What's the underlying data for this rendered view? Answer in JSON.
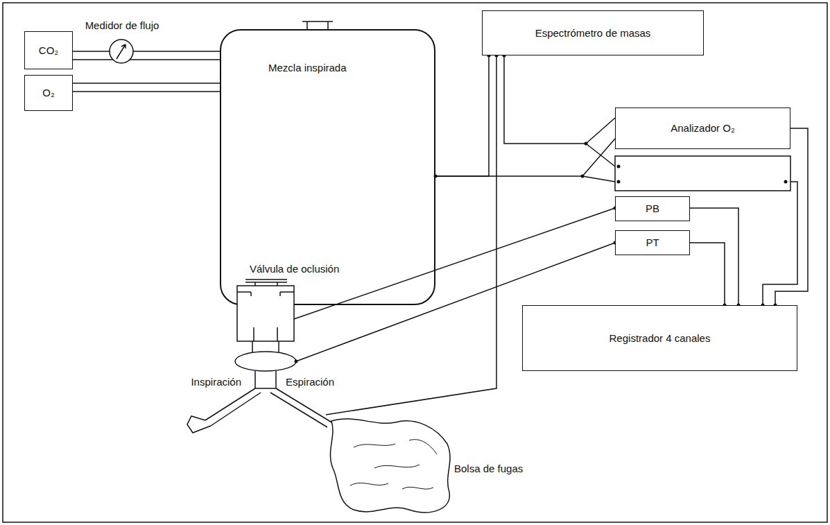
{
  "diagram": {
    "nodes": [
      {
        "text": [
          "CO₂"
        ]
      },
      {
        "text": [
          "O₂"
        ]
      },
      {
        "text": [
          "Medidor de flujo"
        ]
      },
      {
        "text": [
          "Mezcla inspirada"
        ]
      },
      {
        "text": [
          "Válvula de oclusión"
        ],
        "in": 3
      },
      {
        "text": [
          "Espectrómetro de masas"
        ]
      },
      {
        "text": [
          "Analizador O₂"
        ]
      },
      {
        "text": [
          "PB"
        ]
      },
      {
        "text": [
          "PT"
        ]
      },
      {
        "text": [
          "Registrador 4 canales"
        ]
      },
      {
        "text": [
          "Bolsa de fugas"
        ]
      }
    ],
    "edges": [
      {
        "from": 0,
        "to": 2,
        "arrow": "none"
      },
      {
        "from": 2,
        "to": 3,
        "arrow": "none"
      },
      {
        "from": 1,
        "to": 3,
        "arrow": "none"
      },
      {
        "from": 3,
        "to": 5,
        "arrow": "none"
      },
      {
        "from": 3,
        "to": 6,
        "arrow": "none"
      },
      {
        "from": 4,
        "to": 7,
        "arrow": "none"
      },
      {
        "from": 6,
        "to": 9,
        "arrow": "none"
      },
      {
        "from": 7,
        "to": 9,
        "arrow": "none"
      },
      {
        "from": 8,
        "to": 9,
        "arrow": "none"
      }
    ],
    "labels": [
      "Inspiración",
      "Espiración"
    ]
  }
}
